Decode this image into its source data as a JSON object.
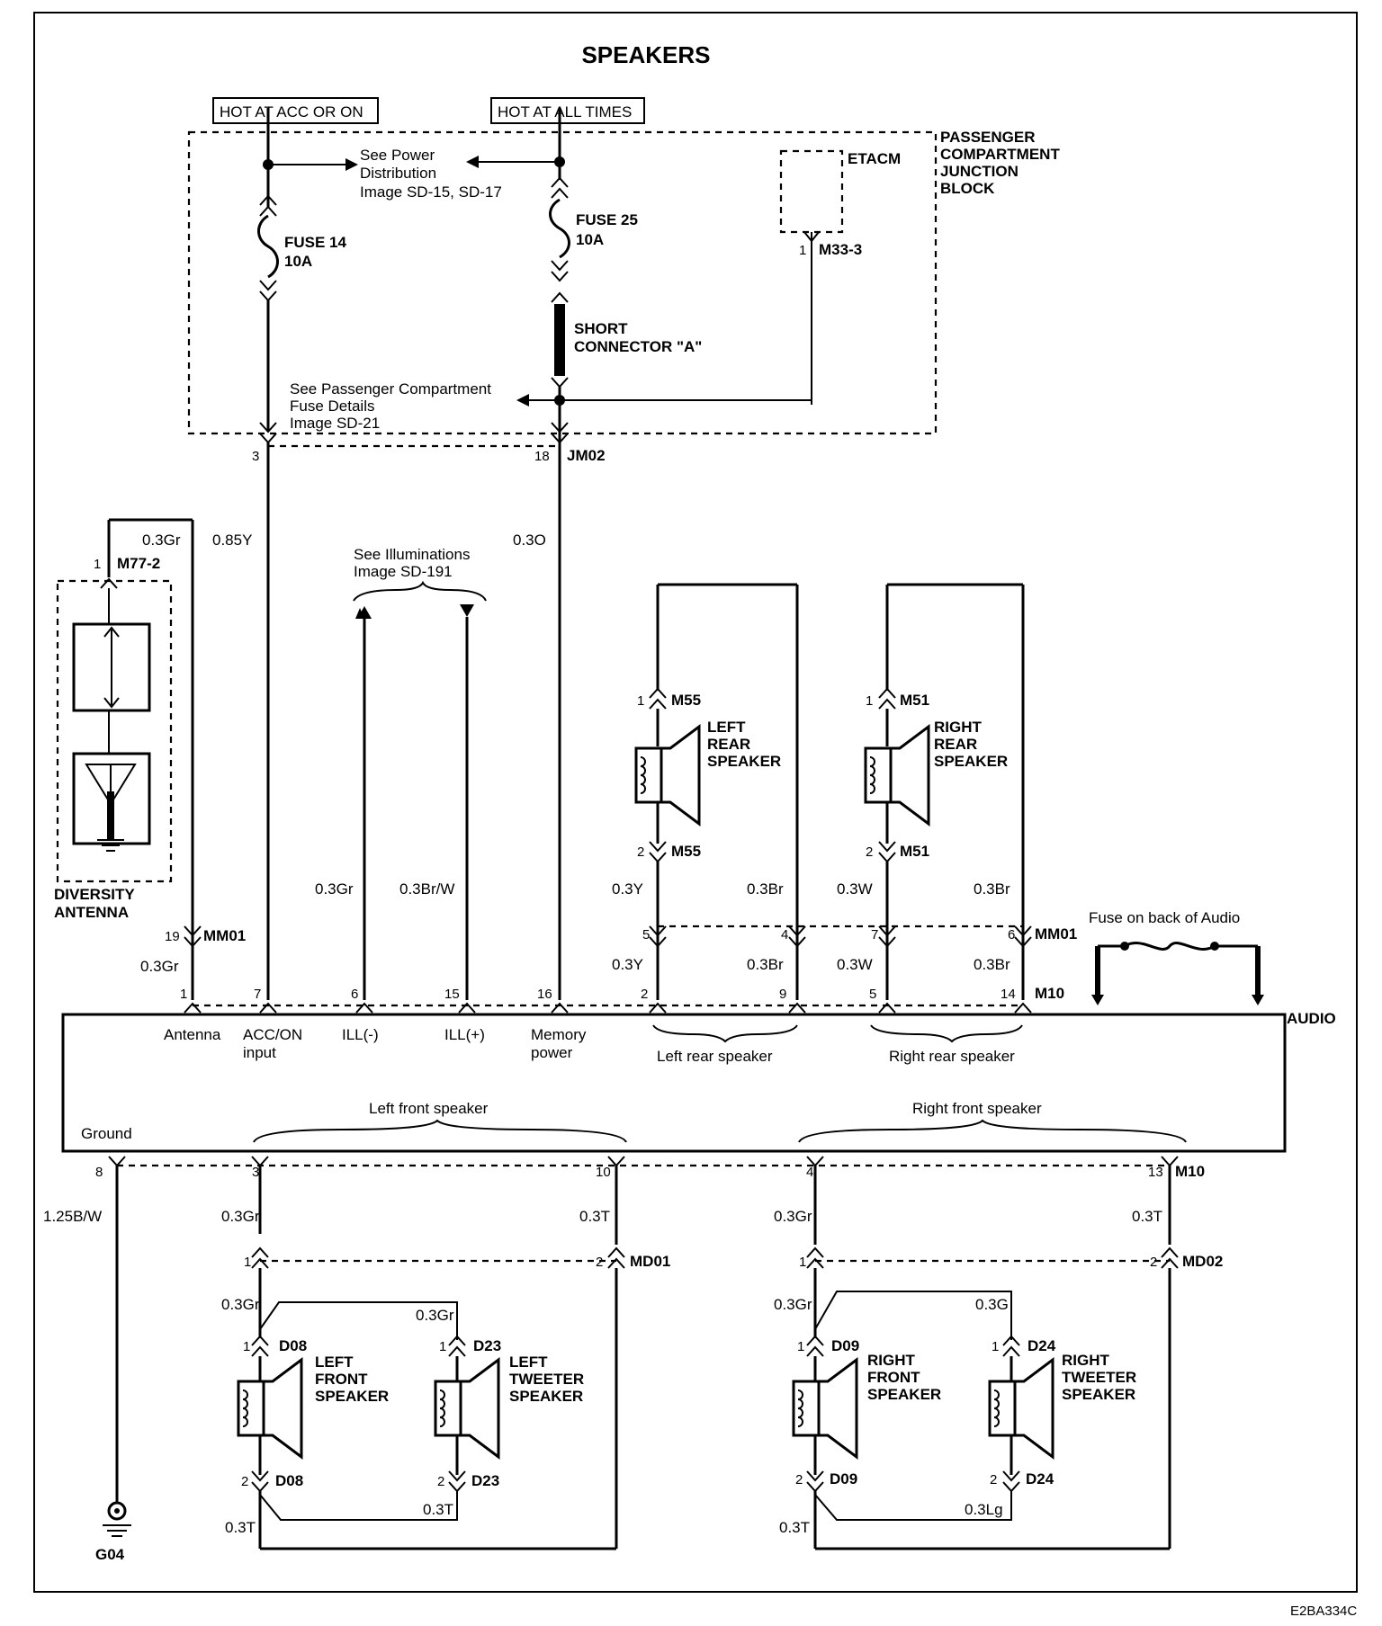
{
  "title": "SPEAKERS",
  "hot_acc": "HOT AT ACC OR ON",
  "hot_all": "HOT AT ALL TIMES",
  "pcjb": [
    "PASSENGER",
    "COMPARTMENT",
    "JUNCTION",
    "BLOCK"
  ],
  "etacm": "ETACM",
  "m33": {
    "pin": "1",
    "connector": "M33-3"
  },
  "see_power": [
    "See Power",
    "Distribution",
    "Image SD-15, SD-17"
  ],
  "fuse14": {
    "name": "FUSE 14",
    "rating": "10A"
  },
  "fuse25": {
    "name": "FUSE 25",
    "rating": "10A"
  },
  "short_connector": [
    "SHORT",
    "CONNECTOR \"A\""
  ],
  "see_pcfd": [
    "See Passenger Compartment",
    "Fuse Details",
    "Image SD-21"
  ],
  "jm02": {
    "pin_left": "3",
    "pin_right": "18",
    "connector": "JM02"
  },
  "wires": {
    "w_085y": "0.85Y",
    "w_03o": "0.3O",
    "w_03gr": "0.3Gr",
    "w_03brw": "0.3Br/W"
  },
  "see_illum": [
    "See Illuminations",
    "Image SD-191"
  ],
  "antenna": {
    "pin": "1",
    "connector": "M77-2",
    "wire": "0.3Gr",
    "label": [
      "DIVERSITY",
      "ANTENNA"
    ]
  },
  "rear": {
    "left": {
      "pin1": "1",
      "pin2": "2",
      "connector": "M55",
      "label": [
        "LEFT",
        "REAR",
        "SPEAKER"
      ]
    },
    "right": {
      "pin1": "1",
      "pin2": "2",
      "connector": "M51",
      "label": [
        "RIGHT",
        "REAR",
        "SPEAKER"
      ]
    },
    "wires": [
      "0.3Y",
      "0.3Br",
      "0.3W",
      "0.3Br"
    ]
  },
  "mm01": {
    "ant_pin": "19",
    "connector": "MM01",
    "pins": [
      "5",
      "4",
      "7",
      "6"
    ],
    "ant_wire": "0.3Gr"
  },
  "m10_top": {
    "connector": "M10",
    "pins": [
      "1",
      "7",
      "6",
      "15",
      "16",
      "2",
      "9",
      "5",
      "14"
    ],
    "wires": [
      "0.3Y",
      "0.3Br",
      "0.3W",
      "0.3Br"
    ]
  },
  "fuse_audio": "Fuse on back of Audio",
  "audio": {
    "label": "AUDIO",
    "terminals": [
      "Antenna",
      "ACC/ON",
      "input",
      "ILL(-)",
      "ILL(+)",
      "Memory",
      "power"
    ],
    "left_rear": "Left rear speaker",
    "right_rear": "Right rear speaker",
    "left_front": "Left front speaker",
    "right_front": "Right front speaker",
    "ground": "Ground"
  },
  "m10_bot": {
    "connector": "M10",
    "pins": [
      "8",
      "3",
      "10",
      "4",
      "13"
    ]
  },
  "lower_wires": {
    "ground": "1.25B/W",
    "lf_gr": "0.3Gr",
    "lf_t": "0.3T",
    "rf_gr": "0.3Gr",
    "rf_t": "0.3T"
  },
  "md01": {
    "connector": "MD01",
    "pin1": "1",
    "pin2": "2"
  },
  "md02": {
    "connector": "MD02",
    "pin1": "1",
    "pin2": "2"
  },
  "front": {
    "lf": {
      "connector": "D08",
      "pin1": "1",
      "pin2": "2",
      "label": [
        "LEFT",
        "FRONT",
        "SPEAKER"
      ]
    },
    "lt": {
      "connector": "D23",
      "pin1": "1",
      "pin2": "2",
      "label": [
        "LEFT",
        "TWEETER",
        "SPEAKER"
      ]
    },
    "rf": {
      "connector": "D09",
      "pin1": "1",
      "pin2": "2",
      "label": [
        "RIGHT",
        "FRONT",
        "SPEAKER"
      ]
    },
    "rt": {
      "connector": "D24",
      "pin1": "1",
      "pin2": "2",
      "label": [
        "RIGHT",
        "TWEETER",
        "SPEAKER"
      ]
    },
    "wires": {
      "lf_in": "0.3Gr",
      "lt_in": "0.3Gr",
      "lt_out": "0.3T",
      "lf_out": "0.3T",
      "rf_in": "0.3Gr",
      "rt_in": "0.3G",
      "rt_out": "0.3Lg",
      "rf_out": "0.3T"
    }
  },
  "ground_id": "G04",
  "figure_code": "E2BA334C"
}
